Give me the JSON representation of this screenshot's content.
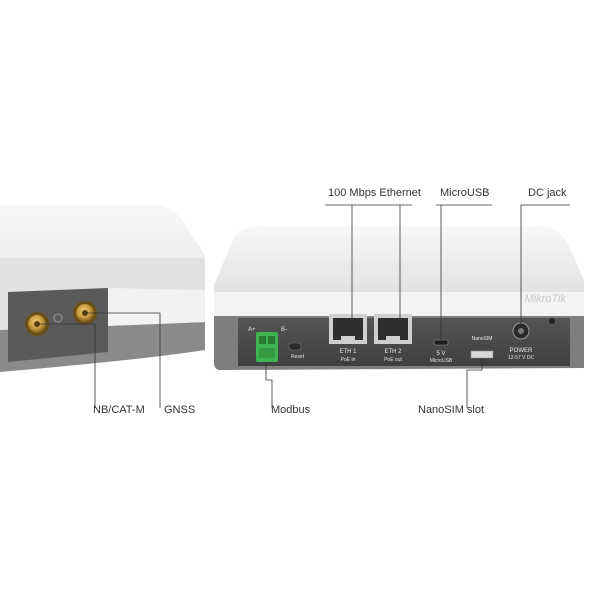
{
  "callouts": {
    "ethernet": "100 Mbps Ethernet",
    "microusb": "MicroUSB",
    "dc_jack": "DC jack",
    "nbcatm": "NB/CAT-M",
    "gnss": "GNSS",
    "modbus": "Modbus",
    "nanosim": "NanoSIM slot"
  },
  "device": {
    "brand": "MikroTik",
    "terminal_a_plus": "A+",
    "terminal_b_minus": "B-",
    "reset": "Reset",
    "eth1": "ETH 1",
    "eth1_sub": "PoE in",
    "eth2": "ETH 2",
    "eth2_sub": "PoE out",
    "usb_v": "5 V",
    "usb_sub": "MicroUSB",
    "sim_label": "NanoSIM",
    "power": "POWER",
    "power_sub": "12-57 V DC"
  },
  "colors": {
    "body_white": "#eeeeee",
    "panel_dark": "#4a4a4a",
    "terminal_green": "#3fb34f",
    "connector_gold": "#c69a3c"
  }
}
